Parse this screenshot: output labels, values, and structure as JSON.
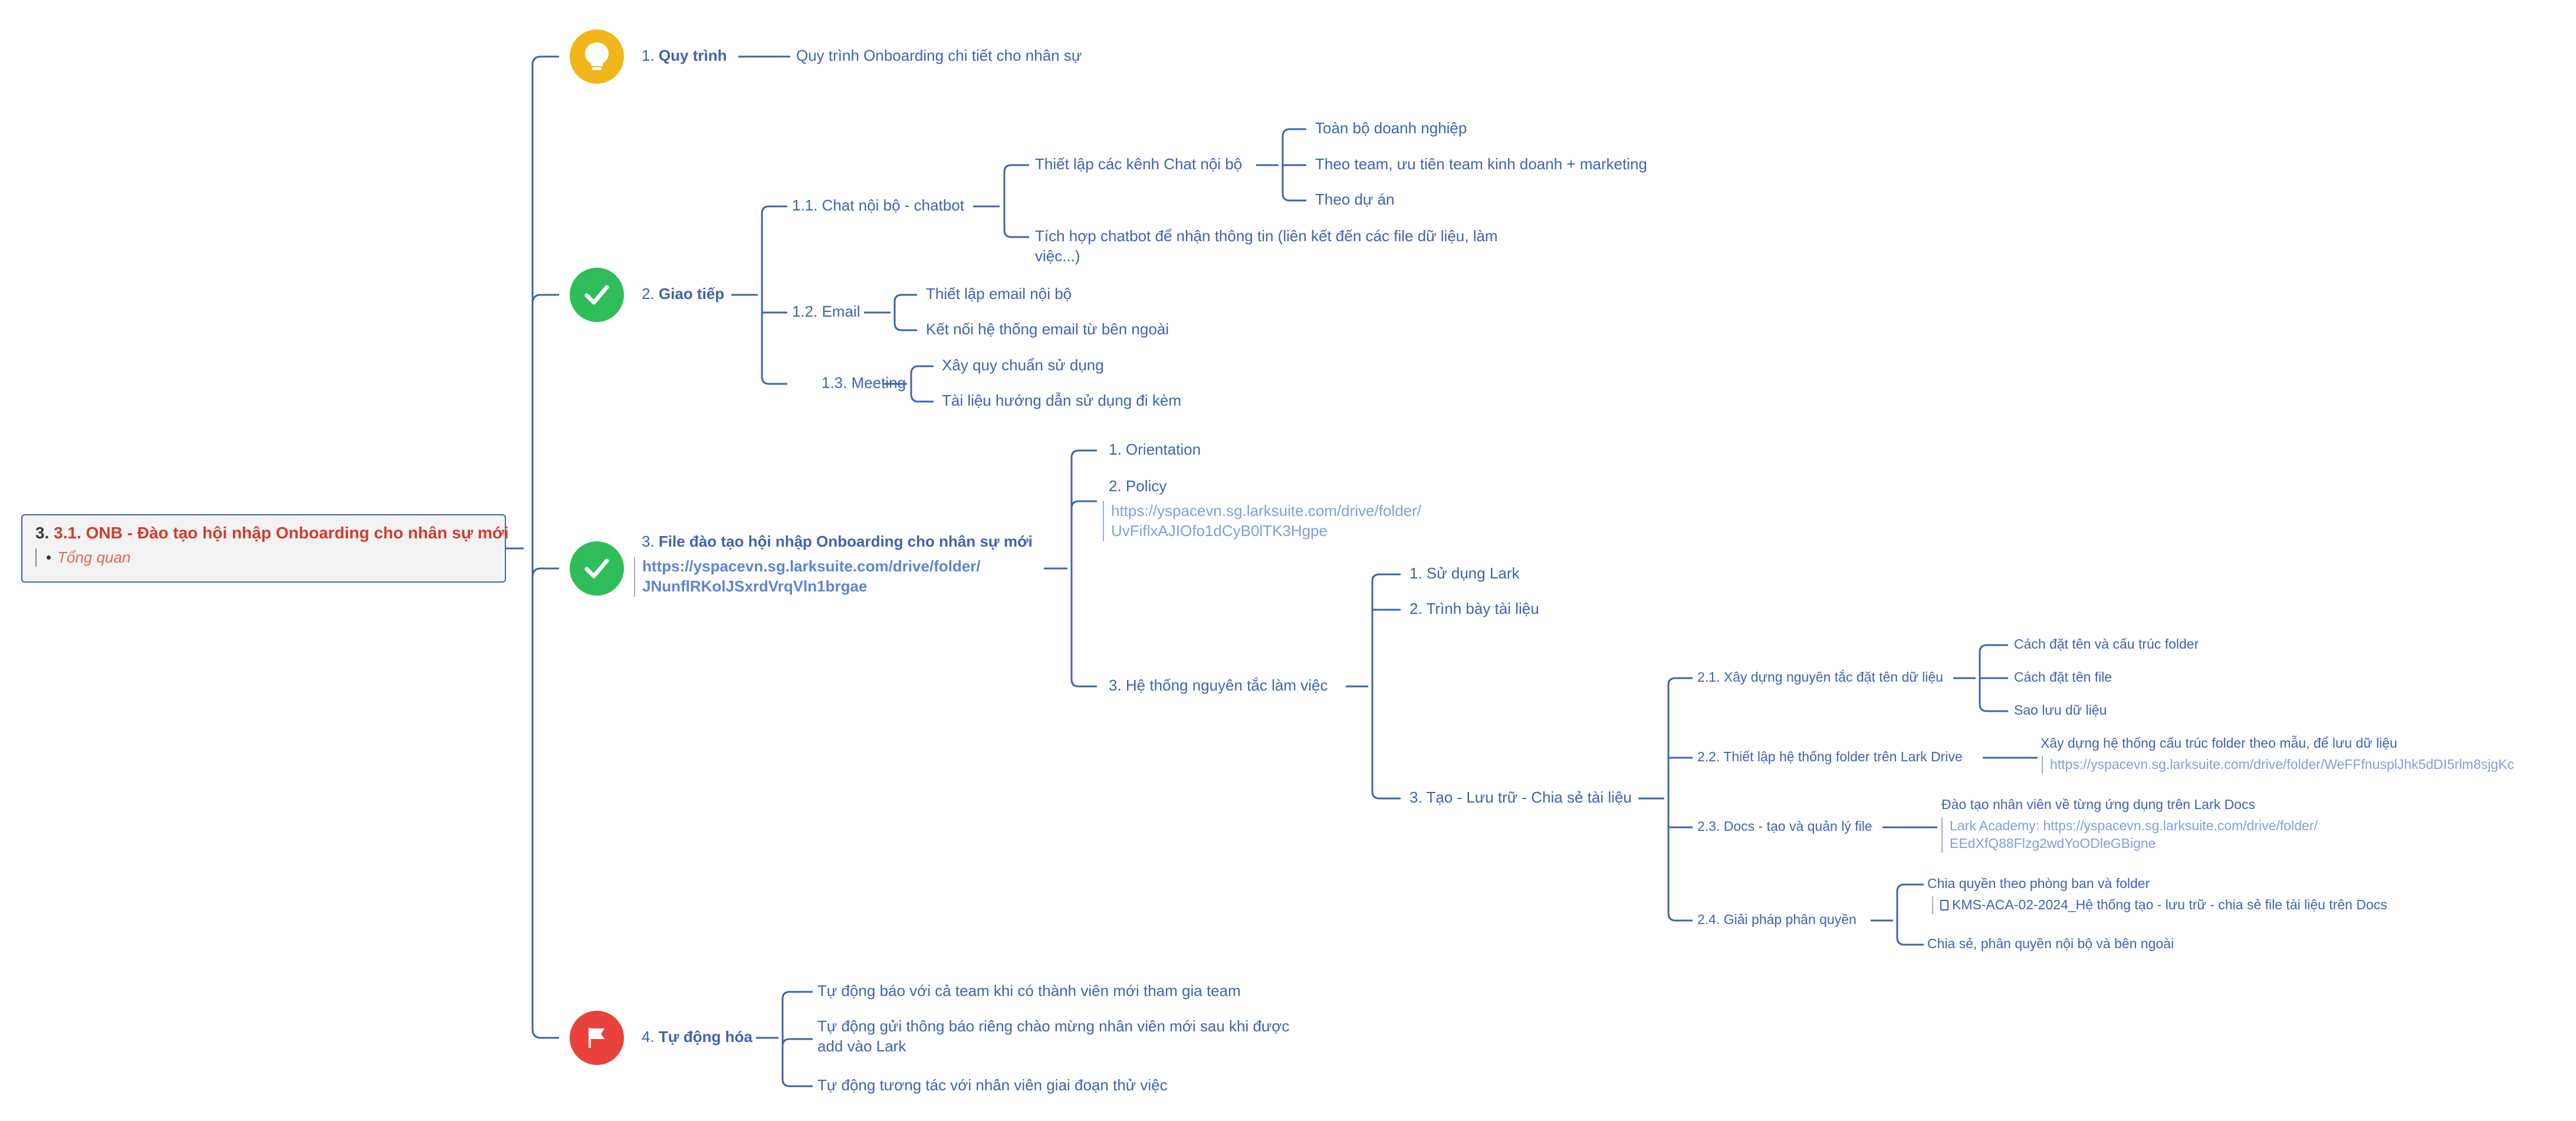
{
  "root": {
    "prefix": "3. ",
    "title": "3.1. ONB - Đào tạo hội nhập Onboarding cho nhân sự mới",
    "bullet": "•",
    "sub": "Tổng quan"
  },
  "b1": {
    "num": "1. ",
    "title": "Quy trình",
    "child": "Quy trình Onboarding chi tiết cho nhân sự",
    "icon": "lightbulb-icon"
  },
  "b2": {
    "num": "2. ",
    "title": "Giao tiếp",
    "icon": "checkmark-icon",
    "chat": "1.1. Chat nội bộ - chatbot",
    "chat_channels": "Thiết lập các kênh Chat nội bộ",
    "ch_all": "Toàn bộ doanh nghiệp",
    "ch_team": "Theo team, ưu tiên team kinh doanh + marketing",
    "ch_proj": "Theo dự án",
    "chatbot": "Tích hợp chatbot để nhận thông tin (liên kết đến các file dữ liệu, làm việc...)",
    "email": "1.2. Email",
    "email_int": "Thiết lập email nội bộ",
    "email_ext": "Kết nối hệ thống email từ bên ngoài",
    "meeting": "1.3. Meeting",
    "meet_std": "Xây quy chuẩn sử dụng",
    "meet_doc": "Tài liệu hướng dẫn sử dụng đi kèm"
  },
  "b3": {
    "num": "3. ",
    "title": "File đào tạo hội nhập Onboarding cho nhân sự mới",
    "icon": "checkmark-icon",
    "link1": "https://yspacevn.sg.larksuite.com/drive/folder/",
    "link2": "JNunflRKolJSxrdVrqVln1brgae",
    "orientation": "1. Orientation",
    "policy": "2. Policy",
    "policy_link1": "https://yspacevn.sg.larksuite.com/drive/folder/",
    "policy_link2": "UvFiflxAJIOfo1dCyB0lTK3Hgpe",
    "principles": "3. Hệ thống nguyên tắc làm việc",
    "use_lark": "1. Sử dụng Lark",
    "present": "2. Trình bày tài liệu",
    "create": "3. Tạo - Lưu trữ - Chia sẻ tài liệu",
    "naming": "2.1. Xây dựng nguyên tắc đặt tên dữ liệu",
    "n_folder": "Cách đặt tên và cấu trúc folder",
    "n_file": "Cách đặt tên file",
    "n_backup": "Sao lưu dữ liệu",
    "drive": "2.2. Thiết lập hệ thống folder trên Lark Drive",
    "drive_c": "Xây dựng hệ thống cấu trúc folder theo mẫu, để lưu dữ liệu",
    "drive_link": "https://yspacevn.sg.larksuite.com/drive/folder/WeFFfnusplJhk5dDI5rlm8sjgKc",
    "docs": "2.3. Docs - tạo và quản lý file",
    "docs_c": "Đào tạo nhân viên về từng ứng dụng trên Lark Docs",
    "docs_note1": "Lark Academy: https://yspacevn.sg.larksuite.com/drive/folder/",
    "docs_note2": "EEdXfQ88Flzg2wdYoODleGBigne",
    "perm": "2.4. Giải pháp phân quyền",
    "perm_dept": "Chia quyền theo phòng ban và folder",
    "perm_doc": "KMS-ACA-02-2024_Hệ thống tạo - lưu trữ - chia sẻ file tài liệu trên Docs",
    "perm_share": "Chia sẻ, phân quyền nội bộ và bên ngoài"
  },
  "b4": {
    "num": "4. ",
    "title": "Tự động hóa",
    "icon": "flag-icon",
    "a1": "Tự động báo với cả team khi có thành viên mới tham gia team",
    "a2": "Tự động gửi thông báo riêng chào mừng nhân viên mới sau khi được add vào Lark",
    "a3": "Tự động tương tác với nhân viên giai đoạn thử việc"
  },
  "colors": {
    "line": "#3f63b0",
    "text": "#3f63b0",
    "link": "#7f9fdd",
    "root_red": "#d33b2c",
    "yellow": "#f2b61b",
    "green": "#2ebd59",
    "red": "#e9423c"
  }
}
